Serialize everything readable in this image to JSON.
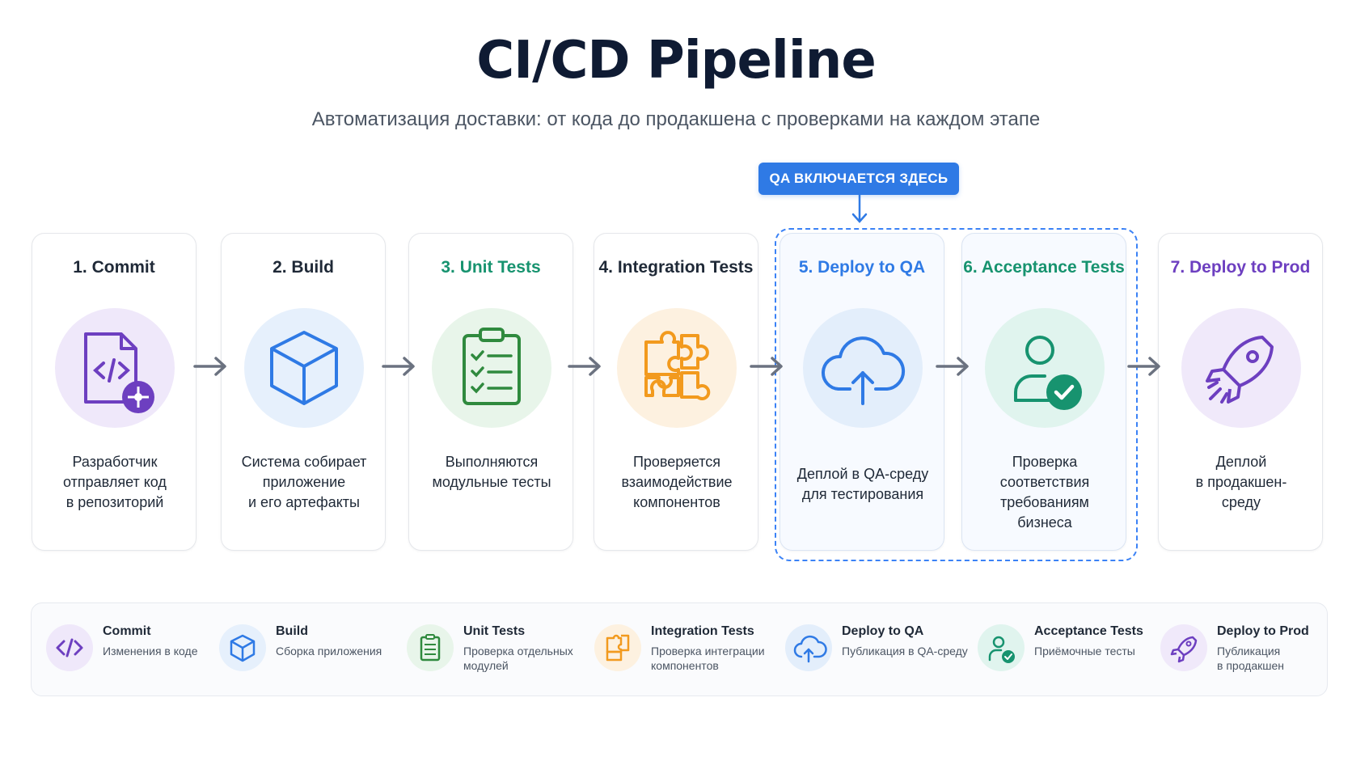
{
  "title": "CI/CD Pipeline",
  "subtitle": "Автоматизация доставки: от кода до продакшена с проверками на каждом этапе",
  "qa_badge": "QA ВКЛЮЧАЕТСЯ ЗДЕСЬ",
  "colors": {
    "purple": "#6d3fc0",
    "blue": "#2f7ae5",
    "green": "#2f8a3e",
    "orange": "#f29a1e",
    "teal": "#17936f",
    "dark": "#1f2937"
  },
  "stages": [
    {
      "title": "1. Commit",
      "icon": "code-file-icon",
      "desc1": "Разработчик",
      "desc2": "отправляет код",
      "desc3": "в репозиторий",
      "desc4": ""
    },
    {
      "title": "2. Build",
      "icon": "cube-icon",
      "desc1": "Система собирает",
      "desc2": "приложение",
      "desc3": "и его артефакты",
      "desc4": ""
    },
    {
      "title": "3. Unit Tests",
      "icon": "checklist-icon",
      "desc1": "Выполняются",
      "desc2": "модульные тесты",
      "desc3": "",
      "desc4": ""
    },
    {
      "title": "4. Integration Tests",
      "icon": "puzzle-icon",
      "desc1": "Проверяется",
      "desc2": "взаимодействие",
      "desc3": "компонентов",
      "desc4": ""
    },
    {
      "title": "5. Deploy to QA",
      "icon": "cloud-upload-icon",
      "desc1": "Деплой в QA-среду",
      "desc2": "для тестирования",
      "desc3": "",
      "desc4": ""
    },
    {
      "title": "6. Acceptance Tests",
      "icon": "user-check-icon",
      "desc1": "Проверка",
      "desc2": "соответствия",
      "desc3": "требованиям",
      "desc4": "бизнеса"
    },
    {
      "title": "7. Deploy to Prod",
      "icon": "rocket-icon",
      "desc1": "Деплой",
      "desc2": "в продакшен-",
      "desc3": "среду",
      "desc4": ""
    }
  ],
  "legend": [
    {
      "title": "Commit",
      "desc1": "Изменения в коде",
      "desc2": ""
    },
    {
      "title": "Build",
      "desc1": "Сборка приложения",
      "desc2": ""
    },
    {
      "title": "Unit Tests",
      "desc1": "Проверка отдельных",
      "desc2": "модулей"
    },
    {
      "title": "Integration Tests",
      "desc1": "Проверка интеграции",
      "desc2": "компонентов"
    },
    {
      "title": "Deploy to QA",
      "desc1": "Публикация в QA-среду",
      "desc2": ""
    },
    {
      "title": "Acceptance Tests",
      "desc1": "Приёмочные тесты",
      "desc2": ""
    },
    {
      "title": "Deploy to Prod",
      "desc1": "Публикация",
      "desc2": "в продакшен"
    }
  ]
}
